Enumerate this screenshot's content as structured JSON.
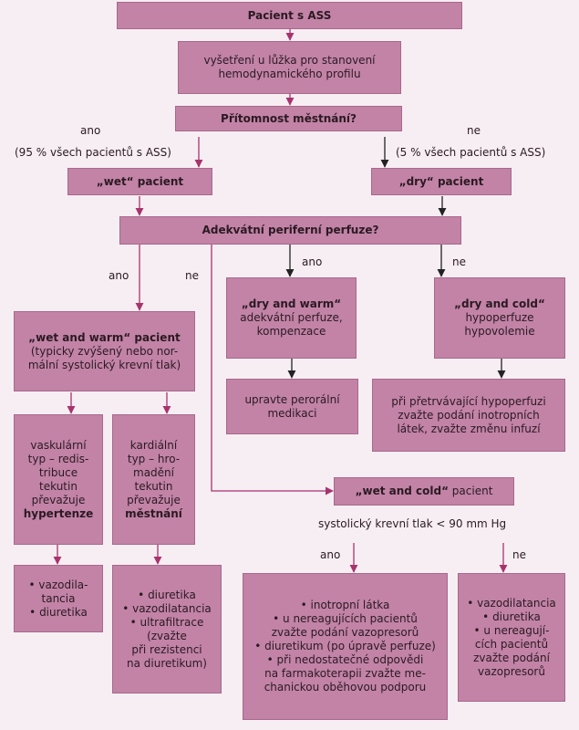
{
  "nodes": {
    "pacient_ass": "Pacient s ASS",
    "vysetreni": [
      "vyšetření u lůžka pro stanovení",
      "hemodynamického profilu"
    ],
    "mestnani": "Přítomnost městnání?",
    "wet_pacient": "„wet“ pacient",
    "dry_pacient": "„dry“ pacient",
    "perfuze": "Adekvátní periferní perfuze?",
    "wet_warm": {
      "title": "„wet and warm“ pacient",
      "lines": [
        "(typicky zvýšený nebo nor-",
        "mální systolický krevní tlak)"
      ]
    },
    "dry_warm": {
      "title": "„dry and warm“",
      "lines": [
        "adekvátní perfuze,",
        "kompenzace"
      ]
    },
    "dry_cold": {
      "title": "„dry and cold“",
      "lines": [
        "hypoperfuze",
        "hypovolemie"
      ]
    },
    "peroralni": [
      "upravte perorální",
      "medikaci"
    ],
    "hypoperfuze": [
      "při přetrvávající hypoperfuzi",
      "zvažte podání inotropních",
      "látek, zvažte změnu infuzí"
    ],
    "vaskularni": {
      "lines": [
        "vaskulární",
        "typ – redis-",
        "tribuce",
        "tekutin",
        "převažuje"
      ],
      "bold": "hypertenze"
    },
    "kardialni": {
      "lines": [
        "kardiální",
        "typ – hro-",
        "madění",
        "tekutin",
        "převažuje"
      ],
      "bold": "městnání"
    },
    "wet_cold": {
      "bold": "„wet and cold“",
      "rest": " pacient"
    },
    "vasodilatancia1": [
      "• vazodila-",
      "tancia",
      "• diuretika"
    ],
    "diuretika2": [
      "• diuretika",
      "• vazodilatancia",
      "• ultrafiltrace",
      "(zvažte",
      "při rezistenci",
      "na diuretikum)"
    ],
    "inotropni": [
      "• inotropní látka",
      "• u nereagujících pacientů",
      "zvažte podání vazopresorů",
      "• diuretikum (po úpravě perfuze)",
      "• při nedostatečné odpovědi",
      "na farmakoterapii zvažte me-",
      "chanickou oběhovou podporu"
    ],
    "vasodilatancia3": [
      "• vazodilatancia",
      "• diuretika",
      "• u nereagují-",
      "cích pacientů",
      "zvažte podání",
      "vazopresorů"
    ]
  },
  "labels": {
    "ano_top": "ano",
    "ano_top_pct": "(95 % všech pacientů s ASS)",
    "ne_top": "ne",
    "ne_top_pct": "(5 % všech pacientů s ASS)",
    "ano_left": "ano",
    "ne_left": "ne",
    "ano_mid": "ano",
    "ne_mid": "ne",
    "systolicky": "systolický krevní tlak < 90 mm Hg",
    "ano_low": "ano",
    "ne_low": "ne"
  },
  "colors": {
    "box_fill": "#c283a6",
    "arrow_pink": "#a8336d",
    "arrow_dark": "#222222",
    "background": "#f7eef3"
  }
}
